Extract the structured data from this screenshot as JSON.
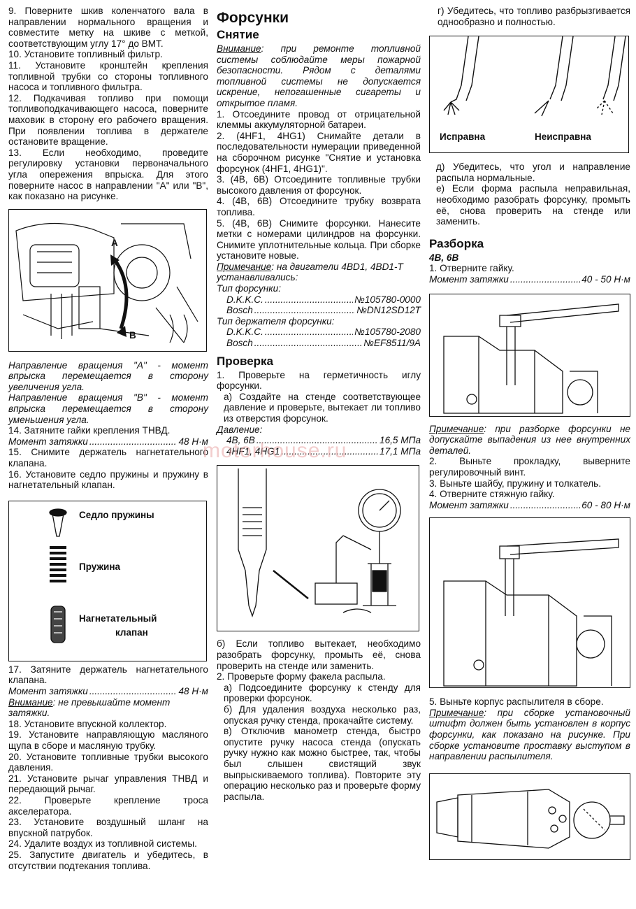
{
  "col1": {
    "steps_top": [
      "9. Поверните шкив коленчатого вала в направлении нормального вращения и совместите метку на шкиве с меткой, соответствующим углу 17° до ВМТ.",
      "10. Установите топливный фильтр.",
      "11. Установите кронштейн крепления топливной трубки со стороны топливного насоса и топливного фильтра.",
      "12. Подкачивая топливо при помощи топливоподкачивающего насоса, поверните маховик в сторону его рабочего вращения. При появлении топлива в держателе остановите вращение.",
      "13. Если необходимо, проведите регулировку установки первоначального угла опережения впрыска. Для этого поверните насос в направлении \"А\" или \"В\", как показано на рисунке."
    ],
    "fig1_label_a": "A",
    "fig1_label_b": "B",
    "dir_a": "Направление вращения \"А\" - момент впрыска перемещается в сторону увеличения угла.",
    "dir_b": "Направление вращения \"В\" - момент впрыска перемещается в сторону уменьшения угла.",
    "step14": "14. Затяните гайки крепления ТНВД.",
    "torque1_label": "Момент затяжки",
    "torque1_value": "48 Н·м",
    "step15": "15. Снимите держатель нагнетательного клапана.",
    "step16": "16. Установите седло пружины и пружину в нагнетательный клапан.",
    "fig2_labels": [
      "Седло пружины",
      "Пружина",
      "Нагнетательный",
      "клапан"
    ],
    "step17": "17. Затяните держатель нагнетательного клапана.",
    "torque2_label": "Момент затяжки",
    "torque2_value": "48 Н·м",
    "warn_label": "Внимание",
    "warn_text": ": не превышайте момент затяжки.",
    "steps_bottom": [
      "18. Установите впускной коллектор.",
      "19. Установите направляющую масляного щупа в сборе и масляную трубку.",
      "20. Установите топливные трубки высокого давления.",
      "21. Установите рычаг управления ТНВД и передающий рычаг.",
      "22. Проверьте крепление троса акселератора.",
      "23. Установите воздушный шланг на впускной патрубок.",
      "24. Удалите воздух из топливной системы.",
      "25. Запустите двигатель и убедитесь, в отсутствии подтекания топлива."
    ]
  },
  "col2": {
    "title": "Форсунки",
    "sub_removal": "Снятие",
    "warn_label": "Внимание",
    "warn_text": ": при ремонте топливной системы соблюдайте меры пожарной безопасности. Рядом с деталями топливной системы не допускается искрение, непогашенные сигареты и открытое пламя.",
    "removal_steps": [
      "1. Отсоедините провод от отрицательной клеммы аккумуляторной батареи.",
      "2. (4HF1, 4HG1) Снимайте детали в последовательности нумерации приведенной на сборочном рисунке \"Снятие и установка форсунок (4HF1, 4HG1)\".",
      "3. (4B, 6B) Отсоедините топливные трубки высокого давления от форсунок.",
      "4. (4B, 6B) Отсоедините трубку возврата топлива.",
      "5. (4B, 6B) Снимите форсунки. Нанесите метки с номерами цилиндров на форсунки. Снимите уплотнительные кольца. При сборке установите новые."
    ],
    "note_label": "Примечание",
    "note_text": ": на двигатели 4BD1, 4BD1-T устанавливались:",
    "injector_type_label": "Тип форсунки:",
    "injector_types": [
      {
        "name": "D.K.K.C.",
        "value": "№105780-0000"
      },
      {
        "name": "Bosch",
        "value": "№DN12SD12T"
      }
    ],
    "holder_type_label": "Тип держателя форсунки:",
    "holder_types": [
      {
        "name": "D.K.K.C.",
        "value": "№105780-2080"
      },
      {
        "name": "Bosch",
        "value": "№EF8511/9A"
      }
    ],
    "sub_check": "Проверка",
    "check1": "1. Проверьте на герметичность иглу форсунки.",
    "check1a": "а) Создайте на стенде соответствующее давление и проверьте, вытекает ли топливо из отверстия форсунок.",
    "pressure_label": "Давление:",
    "pressures": [
      {
        "name": "4B, 6B",
        "value": "16,5 МПа"
      },
      {
        "name": "4HF1, 4HG1",
        "value": "17,1 МПа"
      }
    ],
    "check1b": "б) Если топливо вытекает, необходимо разобрать форсунку, промыть её, снова проверить на стенде или заменить.",
    "check2": "2. Проверьте форму факела распыла.",
    "check2a": "а) Подсоедините форсунку к стенду для проверки форсунок.",
    "check2b": "б) Для удаления воздуха несколько раз, опуская ручку стенда, прокачайте систему.",
    "check2c": "в) Отключив манометр стенда, быстро опустите ручку насоса стенда (опускать ручку нужно как можно быстрее, так, чтобы был слышен свистящий звук выпрыскиваемого топлива). Повторите эту операцию несколько раз и проверьте форму распыла."
  },
  "col3": {
    "check2g": "г) Убедитесь, что топливо разбрызгивается однообразно и полностью.",
    "fig_ok": "Исправна",
    "fig_bad": "Неисправна",
    "check2d": "д) Убедитесь, что угол и направление распыла нормальные.",
    "check2e": "е) Если форма распыла неправильная, необходимо разобрать форсунку, промыть её, снова проверить на стенде или заменить.",
    "sub_disasm": "Разборка",
    "models": "4B, 6B",
    "d1": "1. Отверните гайку.",
    "torque1_label": "Момент затяжки",
    "torque1_value": "40 - 50 Н·м",
    "note_label": "Примечание",
    "note_text": ": при разборке форсунки не допускайте выпадения из нее внутренних деталей.",
    "d2": "2. Выньте прокладку, выверните регулировочный винт.",
    "d3": "3. Выньте шайбу, пружину и толкатель.",
    "d4": "4. Отверните стяжную гайку.",
    "torque2_label": "Момент затяжки",
    "torque2_value": "60 - 80 Н·м",
    "d5": "5. Выньте корпус распылителя в сборе.",
    "note2_label": "Примечание",
    "note2_text": ": при сборке установочный штифт должен быть установлен в корпус форсунки, как показано на рисунке. При сборке установите проставку выступом в направлении распылителя."
  },
  "watermark": "motorhouse.ru"
}
